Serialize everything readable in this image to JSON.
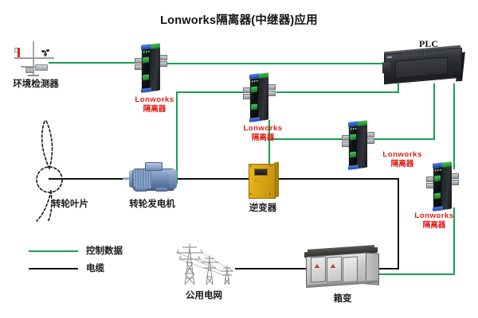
{
  "title": "Lonworks隔离器(中继器)应用",
  "colors": {
    "control_data_line": "#17a052",
    "cable_line": "#111111",
    "isolator_label": "#e01b14",
    "caption": "#1a1a1a",
    "background": "#ffffff",
    "inverter_body": "#d9a514",
    "generator_body": "#7e9ac0",
    "plc_body": "#35383d",
    "transformer_body": "#ccccc9"
  },
  "components": {
    "sensor": {
      "caption": "环境检测器",
      "icon": "weather-station-icon"
    },
    "rotor": {
      "caption": "转轮叶片",
      "icon": "wind-turbine-rotor-icon"
    },
    "generator": {
      "caption": "转轮发电机",
      "icon": "generator-icon"
    },
    "inverter": {
      "caption": "逆变器",
      "icon": "inverter-cabinet-icon"
    },
    "grid": {
      "caption": "公用电网",
      "icon": "transmission-tower-icon"
    },
    "transformer": {
      "caption": "箱变",
      "icon": "box-transformer-icon"
    },
    "plc": {
      "caption": "PLC",
      "icon": "plc-module-icon"
    }
  },
  "isolators": [
    {
      "id": "isolator-1",
      "line1": "Lonworks",
      "line2": "隔离器"
    },
    {
      "id": "isolator-2",
      "line1": "Lonworks",
      "line2": "隔离器"
    },
    {
      "id": "isolator-3",
      "line1": "Lonworks",
      "line2": "隔离器"
    },
    {
      "id": "isolator-4",
      "line1": "Lonworks",
      "line2": "隔离器"
    }
  ],
  "legend": [
    {
      "label": "控制数据",
      "color": "#17a052",
      "style": "solid"
    },
    {
      "label": "电缆",
      "color": "#111111",
      "style": "solid"
    }
  ]
}
